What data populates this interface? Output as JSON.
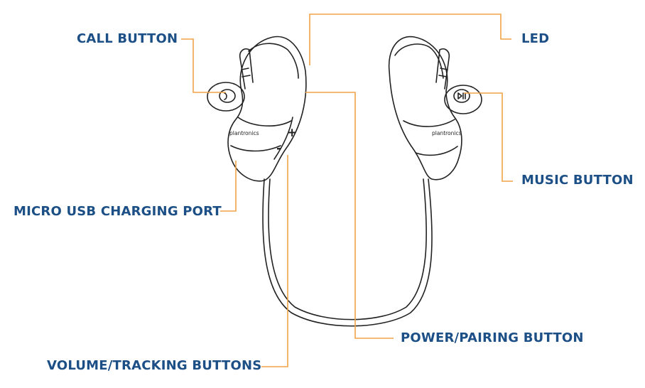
{
  "colors": {
    "label_text": "#1b4f86",
    "leader_line": "#f0a347",
    "outline": "#222222"
  },
  "labels": {
    "call_button": "CALL BUTTON",
    "led": "LED",
    "music_button": "MUSIC BUTTON",
    "micro_usb_charging_port": "MICRO USB CHARGING PORT",
    "power_pairing_button": "POWER/PAIRING BUTTON",
    "volume_tracking_buttons": "VOLUME/TRACKING BUTTONS"
  },
  "device": {
    "brand_left": "plantronics",
    "brand_right": "plantronics",
    "volume_plus": "+",
    "volume_minus": "-"
  }
}
